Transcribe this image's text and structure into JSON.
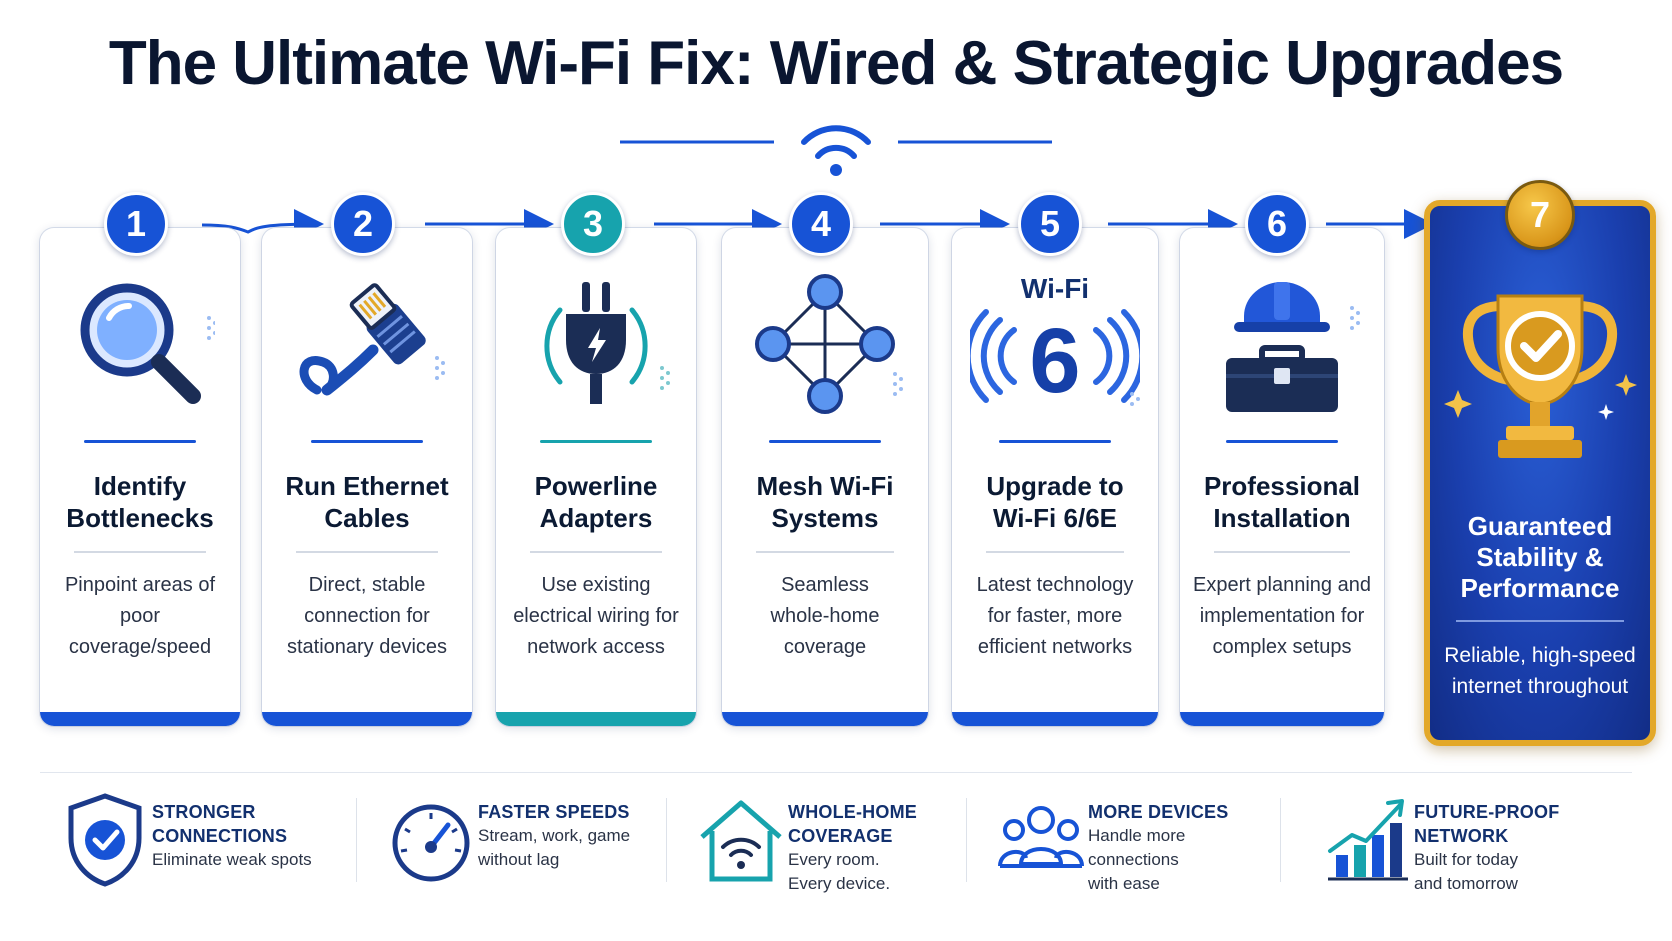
{
  "title": "The Ultimate Wi-Fi Fix: Wired & Strategic Upgrades",
  "colors": {
    "primary": "#1753d6",
    "teal": "#17a3ad",
    "gold": "#e3a829",
    "navy": "#122d86",
    "dark": "#0b1a33"
  },
  "steps": [
    {
      "number": "1",
      "title_line1": "Identify",
      "title_line2": "Bottlenecks",
      "desc_line1": "Pinpoint areas of",
      "desc_line2": "poor coverage/speed",
      "desc_line3": "",
      "icon": "magnifier-icon"
    },
    {
      "number": "2",
      "title_line1": "Run Ethernet",
      "title_line2": "Cables",
      "desc_line1": "Direct, stable",
      "desc_line2": "connection for",
      "desc_line3": "stationary devices",
      "icon": "ethernet-cable-icon"
    },
    {
      "number": "3",
      "title_line1": "Powerline",
      "title_line2": "Adapters",
      "desc_line1": "Use existing",
      "desc_line2": "electrical wiring for",
      "desc_line3": "network access",
      "icon": "power-plug-icon"
    },
    {
      "number": "4",
      "title_line1": "Mesh Wi-Fi",
      "title_line2": "Systems",
      "desc_line1": "Seamless",
      "desc_line2": "whole-home",
      "desc_line3": "coverage",
      "icon": "mesh-network-icon"
    },
    {
      "number": "5",
      "title_line1": "Upgrade to",
      "title_line2": "Wi-Fi 6/6E",
      "desc_line1": "Latest technology",
      "desc_line2": "for faster, more",
      "desc_line3": "efficient networks",
      "icon": "wifi6-icon",
      "icon_label": "Wi-Fi",
      "icon_number": "6"
    },
    {
      "number": "6",
      "title_line1": "Professional",
      "title_line2": "Installation",
      "desc_line1": "Expert planning and",
      "desc_line2": "implementation for",
      "desc_line3": "complex setups",
      "icon": "hardhat-toolbox-icon"
    }
  ],
  "final": {
    "number": "7",
    "title_line1": "Guaranteed",
    "title_line2": "Stability &",
    "title_line3": "Performance",
    "desc_line1": "Reliable, high-speed",
    "desc_line2": "internet throughout",
    "icon": "trophy-icon"
  },
  "benefits": [
    {
      "title_line1": "STRONGER",
      "title_line2": "CONNECTIONS",
      "desc_line1": "Eliminate weak spots",
      "desc_line2": "",
      "icon": "shield-check-icon"
    },
    {
      "title_line1": "FASTER SPEEDS",
      "title_line2": "",
      "desc_line1": "Stream, work, game",
      "desc_line2": "without lag",
      "icon": "speedometer-icon"
    },
    {
      "title_line1": "WHOLE-HOME",
      "title_line2": "COVERAGE",
      "desc_line1": "Every room.",
      "desc_line2": "Every device.",
      "icon": "home-wifi-icon"
    },
    {
      "title_line1": "MORE DEVICES",
      "title_line2": "",
      "desc_line1": "Handle more",
      "desc_line2": "connections",
      "desc_line3": "with ease",
      "icon": "users-icon"
    },
    {
      "title_line1": "FUTURE-PROOF",
      "title_line2": "NETWORK",
      "desc_line1": "Built for today",
      "desc_line2": "and tomorrow",
      "icon": "growth-chart-icon"
    }
  ]
}
